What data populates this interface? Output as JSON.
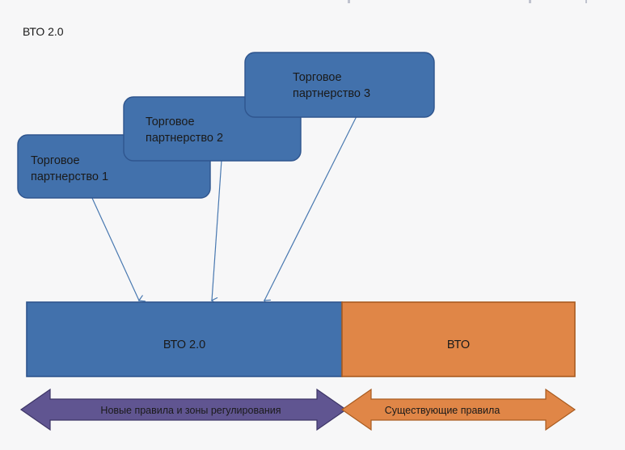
{
  "page": {
    "title": "ВТО 2.0",
    "background_color": "#f7f7f8"
  },
  "colors": {
    "box_fill": "#4271AC",
    "box_stroke": "#2F558E",
    "bar_blue_fill": "#4271AC",
    "bar_blue_stroke": "#2F558E",
    "bar_orange_fill": "#E08647",
    "bar_orange_stroke": "#A85B20",
    "arrow_purple_fill": "#605591",
    "arrow_purple_stroke": "#3D3566",
    "arrow_orange_fill": "#E08647",
    "arrow_orange_stroke": "#A85B20",
    "connector_stroke": "#4878B0",
    "text_color": "#1a1a1a"
  },
  "boxes": [
    {
      "id": "trade-partnership-1",
      "line1": "Торговое",
      "line2": "партнерство 1"
    },
    {
      "id": "trade-partnership-2",
      "line1": "Торговое",
      "line2": "партнерство 2"
    },
    {
      "id": "trade-partnership-3",
      "line1": "Торговое",
      "line2": "партнерство 3"
    }
  ],
  "bar": {
    "left_segment_label": "ВТО 2.0",
    "right_segment_label": "ВТО"
  },
  "arrows": {
    "left_label": "Новые правила и зоны регулирования",
    "right_label": "Существующие правила"
  },
  "connectors": {
    "count": 3,
    "direction": "down",
    "icon": "arrow-down-icon"
  }
}
